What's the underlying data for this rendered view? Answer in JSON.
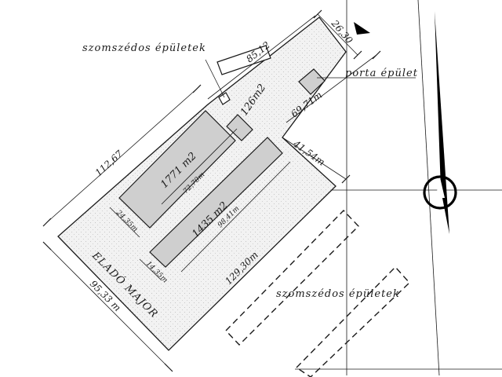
{
  "drawing": {
    "neighbor_label_top": "szomszédos épületek",
    "neighbor_label_bottom": "szomszédos épületek",
    "porta_label": "porta épület",
    "site_label": "ELADÓ MAJOR",
    "building_1_area": "1771 m2",
    "building_2_area": "1435 m2",
    "annex_area": "126m2",
    "dimensions": {
      "top_width": "26,30",
      "top_length": "85,12",
      "left_length": "112,67",
      "right_upper": "69,71m",
      "right_step": "41,54m",
      "right_lower": "129,30m",
      "bottom_width": "95,33 m",
      "building_1_length": "72,70m",
      "building_1_width": "24,35m",
      "building_2_length": "98,41m",
      "building_2_width": "14,35m"
    },
    "colors": {
      "line": "#1a1a1a",
      "site_fill": "#f0f0f0",
      "building_fill": "#cfcfcf"
    },
    "icons": [
      "north-arrow-icon",
      "compass-needle-icon"
    ]
  }
}
